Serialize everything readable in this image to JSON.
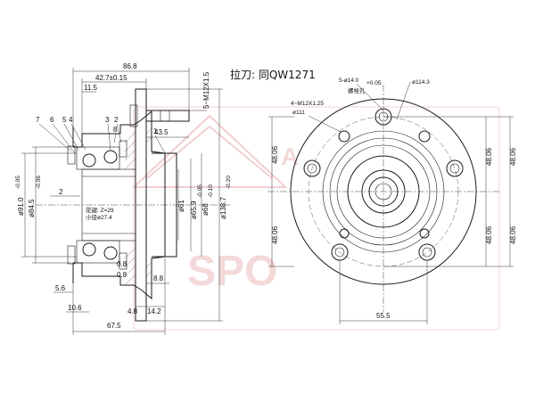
{
  "header_note": "拉刀: 同QW1271",
  "watermark": {
    "text_top": "A",
    "text_bottom": "SPO",
    "color": "#e3a7a7"
  },
  "side_view": {
    "dims_top": {
      "overall": "86.8",
      "flange_offset": "42.7±0.15",
      "inner": "11.5",
      "stud_thread": "5~M12X1.5"
    },
    "balloons": [
      "7",
      "6",
      "5",
      "4",
      "3",
      "2",
      "1",
      "8"
    ],
    "dims_left": {
      "d91": "ø91.0",
      "d91_tol": "-0.05",
      "d84": "ø84.5",
      "d84_tol": "-0.06"
    },
    "dims_right": {
      "d61": "ø61",
      "d65": "ø65.9",
      "d65_tol": "-0.05",
      "d68": "ø68",
      "d68_tol": "-0.10",
      "d138": "ø138.7",
      "d138_tol": "-0.20"
    },
    "dims_bottom": {
      "d56": "5.6",
      "d106": "10.6",
      "d675": "67.5",
      "d48": "4.8",
      "d142": "14.2",
      "d88": "8.8",
      "d08a": "0.8",
      "d08b": "0.8",
      "d435": "43.5"
    },
    "section_marker": "2",
    "inner_note_line1": "花键: Z=29",
    "inner_note_line2": "小径ø27.4"
  },
  "front_view": {
    "hole_note": "5-ø14.0",
    "hole_note_tol": "+0.05",
    "hole_sub": "螺栓孔",
    "pcd": "ø114.3",
    "thread_holes": "4~M12X1.25",
    "pcd_small": "ø111",
    "dims_right_top": "48.06",
    "dims_right_bottom": "48.06",
    "dims_left_top": "48.06",
    "dims_left_bottom": "48.06",
    "dim_bottom": "55.5"
  }
}
